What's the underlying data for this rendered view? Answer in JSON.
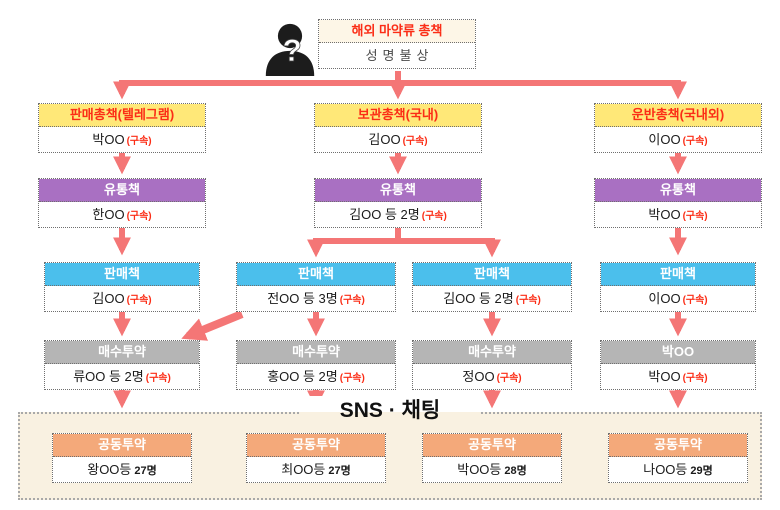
{
  "colors": {
    "arrow": "#f47676",
    "chief_header_bg": "#ffe878",
    "distributor_header_bg": "#a970c2",
    "seller_header_bg": "#4bbfec",
    "buyer_header_bg": "#b5b5b5",
    "joint_header_bg": "#f4a97a",
    "red_text": "#fb2d16",
    "top_box_bg": "#fdf6e7",
    "panel_bg": "#f9f1e1"
  },
  "top": {
    "role": "해외 마약류 총책",
    "name": "성명불상",
    "avatar_glyph": "?"
  },
  "chiefs": {
    "items": [
      {
        "role": "판매총책(텔레그램)",
        "name": "박OO",
        "status": "(구속)"
      },
      {
        "role": "보관총책(국내)",
        "name": "김OO",
        "status": "(구속)"
      },
      {
        "role": "운반총책(국내외)",
        "name": "이OO",
        "status": "(구속)"
      }
    ]
  },
  "distributors": {
    "label": "유통책",
    "items": [
      {
        "name": "한OO",
        "status": "(구속)"
      },
      {
        "name": "김OO 등 2명",
        "status": "(구속)"
      },
      {
        "name": "박OO",
        "status": "(구속)"
      }
    ]
  },
  "sellers": {
    "label": "판매책",
    "items": [
      {
        "name": "김OO",
        "status": "(구속)"
      },
      {
        "name": "전OO 등 3명",
        "status": "(구속)"
      },
      {
        "name": "김OO 등 2명",
        "status": "(구속)"
      },
      {
        "name": "이OO",
        "status": "(구속)"
      }
    ]
  },
  "buyers": {
    "label": "매수투약",
    "items": [
      {
        "name": "류OO 등 2명",
        "status": "(구속)"
      },
      {
        "name": "홍OO 등 2명",
        "status": "(구속)"
      },
      {
        "name": "정OO",
        "status": "(구속)"
      },
      {
        "name": "박OO",
        "status": "(구속)"
      }
    ]
  },
  "sns_panel": {
    "title": "SNS · 채팅",
    "label": "공동투약",
    "items": [
      {
        "name": "왕OO등",
        "count": "27명"
      },
      {
        "name": "최OO등",
        "count": "27명"
      },
      {
        "name": "박OO등",
        "count": "28명"
      },
      {
        "name": "나OO등",
        "count": "29명"
      }
    ]
  }
}
